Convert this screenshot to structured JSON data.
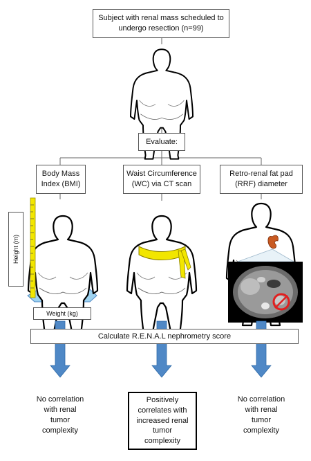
{
  "top_box": "Subject with renal mass scheduled to\nundergo resection (n=99)",
  "evaluate_box": "Evaluate:",
  "columns": [
    {
      "title": "Body Mass\nIndex (BMI)",
      "result": "No correlation\nwith renal\ntumor\ncomplexity"
    },
    {
      "title": "Waist Circumference\n(WC) via CT scan",
      "result": "Positively\ncorrelates with\nincreased renal\ntumor\ncomplexity"
    },
    {
      "title": "Retro-renal fat pad\n(RRF) diameter",
      "result": "No correlation\nwith renal\ntumor\ncomplexity"
    }
  ],
  "height_label": "Height (m)",
  "weight_label": "Weight (kg)",
  "renal_box": "Calculate R.E.N.A.L nephrometry score",
  "colors": {
    "arrow": "#4f88c6",
    "tape": "#f2e600",
    "kidney": "#c95a22",
    "scale": "#9fd3f0",
    "red_circle": "#e02020"
  }
}
